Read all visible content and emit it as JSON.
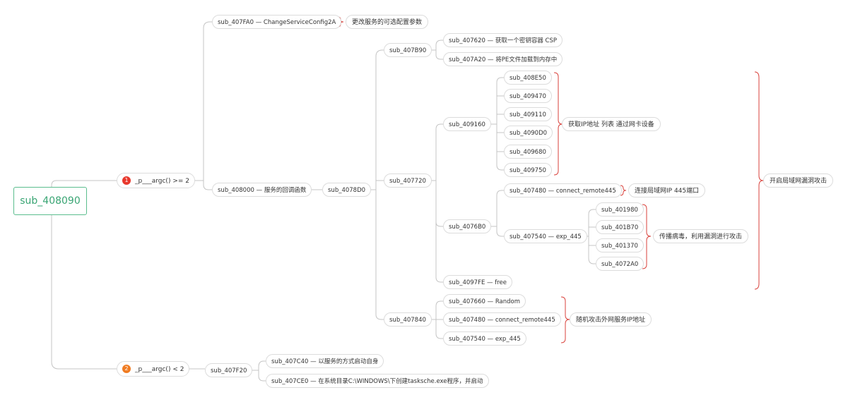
{
  "root": {
    "label": "sub_408090"
  },
  "branches": {
    "b1": {
      "number": "1",
      "label": "_p___argc() >= 2",
      "color": "#e8382c"
    },
    "b2": {
      "number": "2",
      "label": "_p___argc() < 2",
      "color": "#f07c22"
    }
  },
  "nodes": {
    "n407fa0": "sub_407FA0 — ChangeServiceConfig2A",
    "n408000": "sub_408000 — 服务的回调函数",
    "n4078d0": "sub_4078D0",
    "n407b90": "sub_407B90",
    "n407620": "sub_407620 — 获取一个密钥容器 CSP",
    "n407a20": "sub_407A20 — 将PE文件加载到内存中",
    "n407720": "sub_407720",
    "n409160": "sub_409160",
    "n408e50": "sub_408E50",
    "n409470": "sub_409470",
    "n409110": "sub_409110",
    "n4090d0": "sub_4090D0",
    "n409680": "sub_409680",
    "n409750": "sub_409750",
    "n4076b0": "sub_4076B0",
    "n407480a": "sub_407480 — connect_remote445",
    "n407540a": "sub_407540 — exp_445",
    "n401980": "sub_401980",
    "n401b70": "sub_401B70",
    "n401370": "sub_401370",
    "n4072a0": "sub_4072A0",
    "n4097fe": "sub_4097FE — free",
    "n407840": "sub_407840",
    "n407660": "sub_407660 — Random",
    "n407480b": "sub_407480 — connect_remote445",
    "n407540b": "sub_407540 — exp_445",
    "n407f20": "sub_407F20",
    "n407c40": "sub_407C40 — 以服务的方式启动自身",
    "n407ce0": "sub_407CE0 — 在系统目录C:\\WINDOWS\\下创建tasksche.exe程序，并启动"
  },
  "notes": {
    "change_config": "更改服务的可选配置参数",
    "get_ip": "获取IP地址 列表 通过网卡设备",
    "connect_lan": "连接局域网IP 445端口",
    "spread": "传播病毒，利用漏洞进行攻击",
    "lan_attack": "开启局域网漏洞攻击",
    "wan_attack": "随机攻击外网服务IP地址"
  },
  "colors": {
    "root": "#3aa574",
    "line": "#b8b8b8",
    "brace": "#d9413b"
  }
}
